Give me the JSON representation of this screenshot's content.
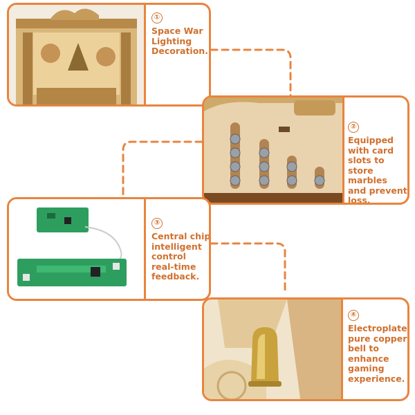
{
  "features": [
    {
      "number": "①",
      "lines": [
        "Space War",
        "Lighting",
        "Decoration."
      ]
    },
    {
      "number": "②",
      "lines": [
        "Equipped",
        "with card",
        "slots to",
        "store marbles",
        "and prevent",
        "loss."
      ]
    },
    {
      "number": "③",
      "lines": [
        "Central chip",
        "intelligent",
        "control",
        "real-time",
        "feedback."
      ]
    },
    {
      "number": "④",
      "lines": [
        "Electroplated",
        "pure copper",
        "bell to",
        "enhance",
        "gaming",
        "experience."
      ]
    }
  ],
  "colors": {
    "accent": "#e8843f",
    "text": "#d0702e"
  }
}
